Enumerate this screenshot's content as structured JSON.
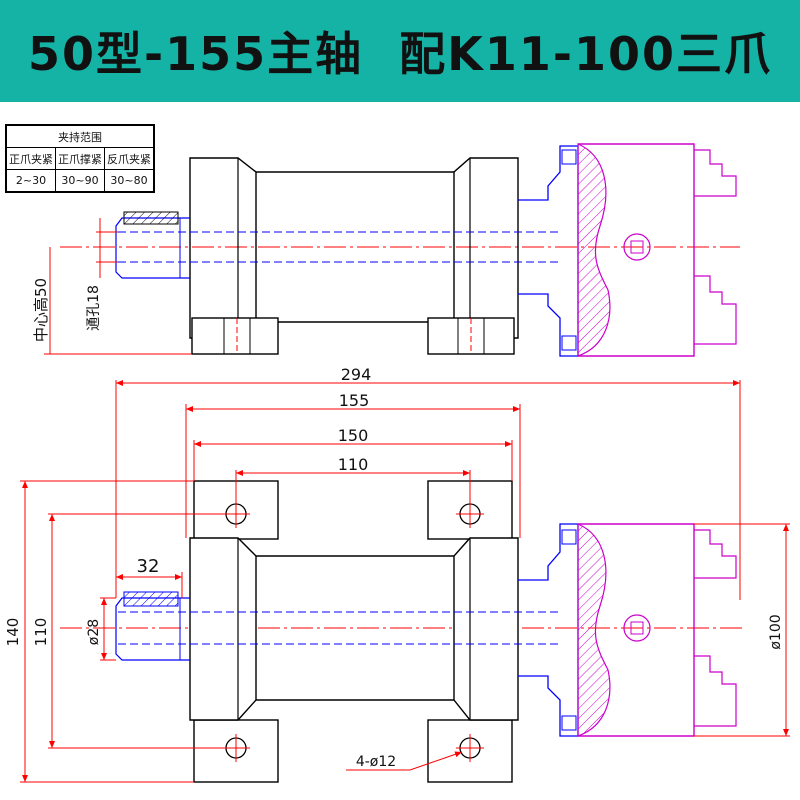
{
  "title": "50型-155主轴  配K11-100三爪",
  "clamp_table": {
    "header": "夹持范围",
    "columns": [
      "正爪夹紧",
      "正爪撑紧",
      "反爪夹紧"
    ],
    "values": [
      "2~30",
      "30~90",
      "30~80"
    ]
  },
  "top_view": {
    "center_height_label": "中心高50",
    "through_hole_label": "通孔18"
  },
  "dimensions": {
    "overall_length": "294",
    "body_length": "155",
    "base_length": "150",
    "hole_spacing_x": "110",
    "shaft_extension": "32",
    "base_width": "140",
    "hole_spacing_y": "110",
    "shaft_diameter": "ø28",
    "chuck_diameter": "ø100",
    "mount_holes": "4-ø12"
  },
  "colors": {
    "banner": "#15b3a6",
    "outline": "#000000",
    "centerline": "#ff0000",
    "hidden_line": "#0000ff",
    "chuck": "#cc00cc"
  }
}
